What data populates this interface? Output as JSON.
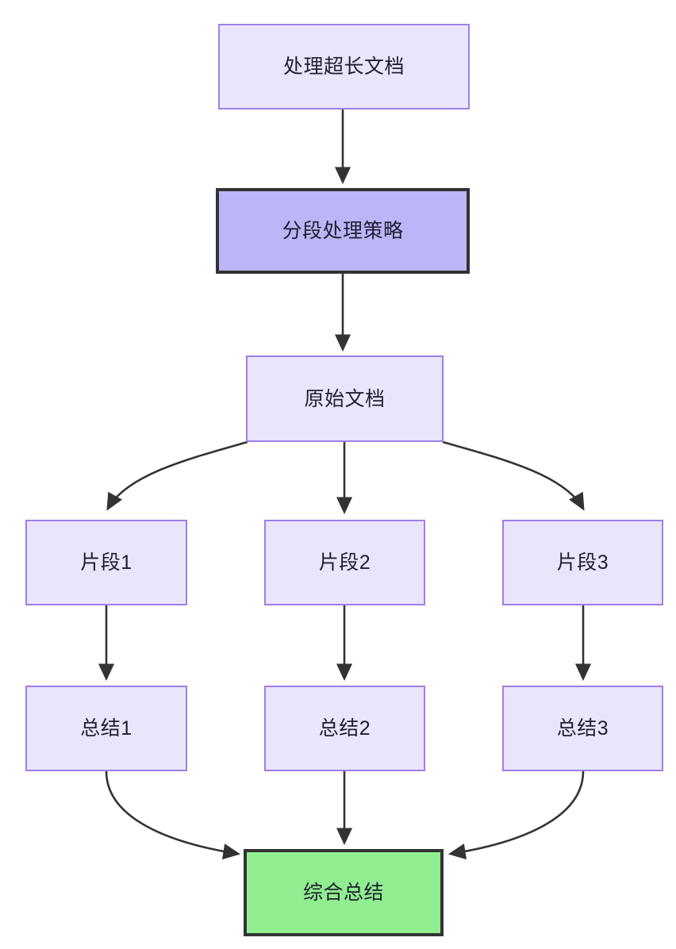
{
  "diagram": {
    "type": "flowchart",
    "direction": "top-to-bottom",
    "background_color": "#ffffff",
    "title_node": "处理超长文档",
    "colors": {
      "node_fill": "#e9e6fc",
      "node_border": "#9f7ee8",
      "emphasis_fill": "#bcb6f8",
      "emphasis_border": "#333333",
      "result_fill": "#90ee90",
      "result_border": "#333333",
      "edge_stroke": "#333333",
      "text_color": "#1f1f2e"
    },
    "nodes": [
      {
        "id": "n1",
        "label": "处理超长文档",
        "style": "plain"
      },
      {
        "id": "n2",
        "label": "分段处理策略",
        "style": "emphasis"
      },
      {
        "id": "n3",
        "label": "原始文档",
        "style": "plain"
      },
      {
        "id": "n4",
        "label": "片段1",
        "style": "plain"
      },
      {
        "id": "n5",
        "label": "片段2",
        "style": "plain"
      },
      {
        "id": "n6",
        "label": "片段3",
        "style": "plain"
      },
      {
        "id": "n7",
        "label": "总结1",
        "style": "plain"
      },
      {
        "id": "n8",
        "label": "总结2",
        "style": "plain"
      },
      {
        "id": "n9",
        "label": "总结3",
        "style": "plain"
      },
      {
        "id": "n10",
        "label": "综合总结",
        "style": "result"
      }
    ],
    "edges": [
      {
        "from": "处理超长文档",
        "to": "分段处理策略",
        "shape": "straight"
      },
      {
        "from": "分段处理策略",
        "to": "原始文档",
        "shape": "straight"
      },
      {
        "from": "原始文档",
        "to": "片段1",
        "shape": "curved"
      },
      {
        "from": "原始文档",
        "to": "片段2",
        "shape": "straight"
      },
      {
        "from": "原始文档",
        "to": "片段3",
        "shape": "curved"
      },
      {
        "from": "片段1",
        "to": "总结1",
        "shape": "straight"
      },
      {
        "from": "片段2",
        "to": "总结2",
        "shape": "straight"
      },
      {
        "from": "片段3",
        "to": "总结3",
        "shape": "straight"
      },
      {
        "from": "总结1",
        "to": "综合总结",
        "shape": "curved"
      },
      {
        "from": "总结2",
        "to": "综合总结",
        "shape": "straight"
      },
      {
        "from": "总结3",
        "to": "综合总结",
        "shape": "curved"
      }
    ]
  }
}
